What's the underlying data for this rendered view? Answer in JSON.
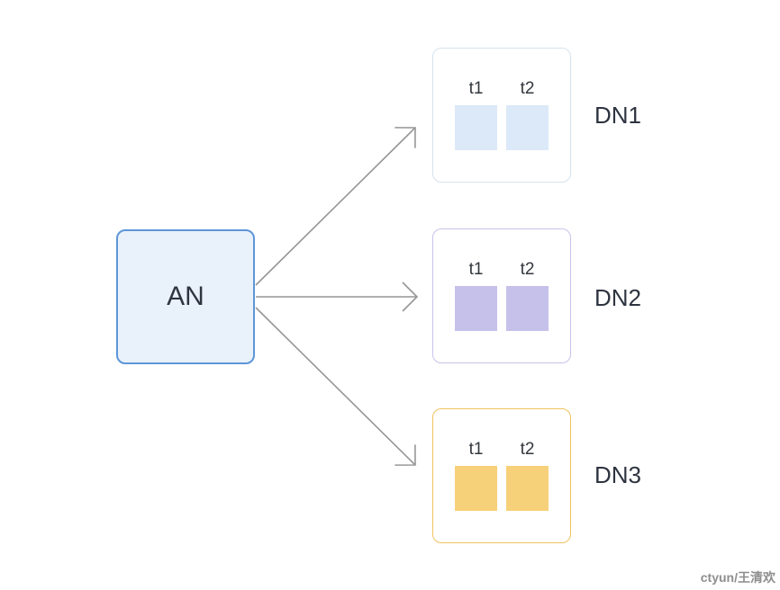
{
  "diagram": {
    "source_node": {
      "label": "AN",
      "border_color": "#5e96d8",
      "fill_color": "#e9f1fb"
    },
    "data_nodes": [
      {
        "label": "DN1",
        "tablets": [
          "t1",
          "t2"
        ],
        "border_color": "#d6e2ee",
        "tablet_color": "#dce9f8"
      },
      {
        "label": "DN2",
        "tablets": [
          "t1",
          "t2"
        ],
        "border_color": "#c8c2ec",
        "tablet_color": "#c6c1ea"
      },
      {
        "label": "DN3",
        "tablets": [
          "t1",
          "t2"
        ],
        "border_color": "#f0c25e",
        "tablet_color": "#f7d179"
      }
    ],
    "arrow_color": "#969696"
  },
  "watermark": "ctyun/王清欢"
}
